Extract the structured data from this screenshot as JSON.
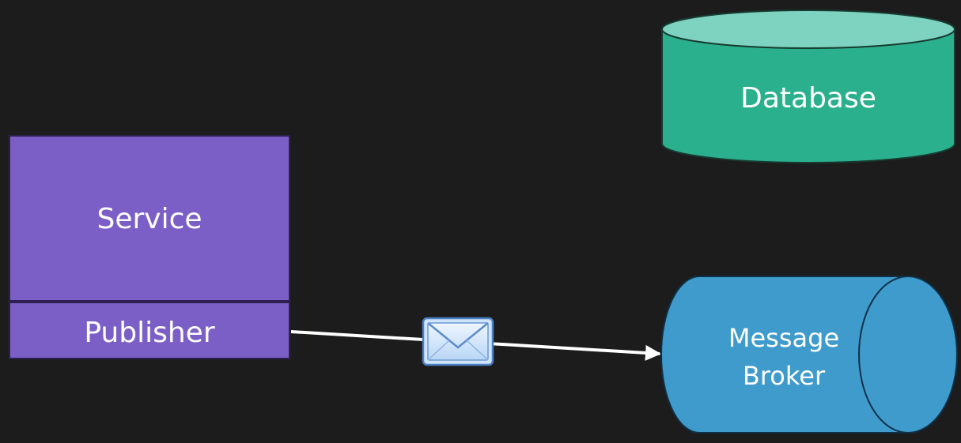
{
  "diagram": {
    "service": {
      "label": "Service",
      "color": "#7c5fc6"
    },
    "publisher": {
      "label": "Publisher",
      "color": "#7c5fc6"
    },
    "database": {
      "label": "Database",
      "top_color": "#7dd3c0",
      "body_color": "#2bb08d"
    },
    "message_broker": {
      "line1": "Message",
      "line2": "Broker",
      "color": "#3f9bcb"
    },
    "message_icon": "envelope-icon",
    "background": "#1c1c1c"
  }
}
